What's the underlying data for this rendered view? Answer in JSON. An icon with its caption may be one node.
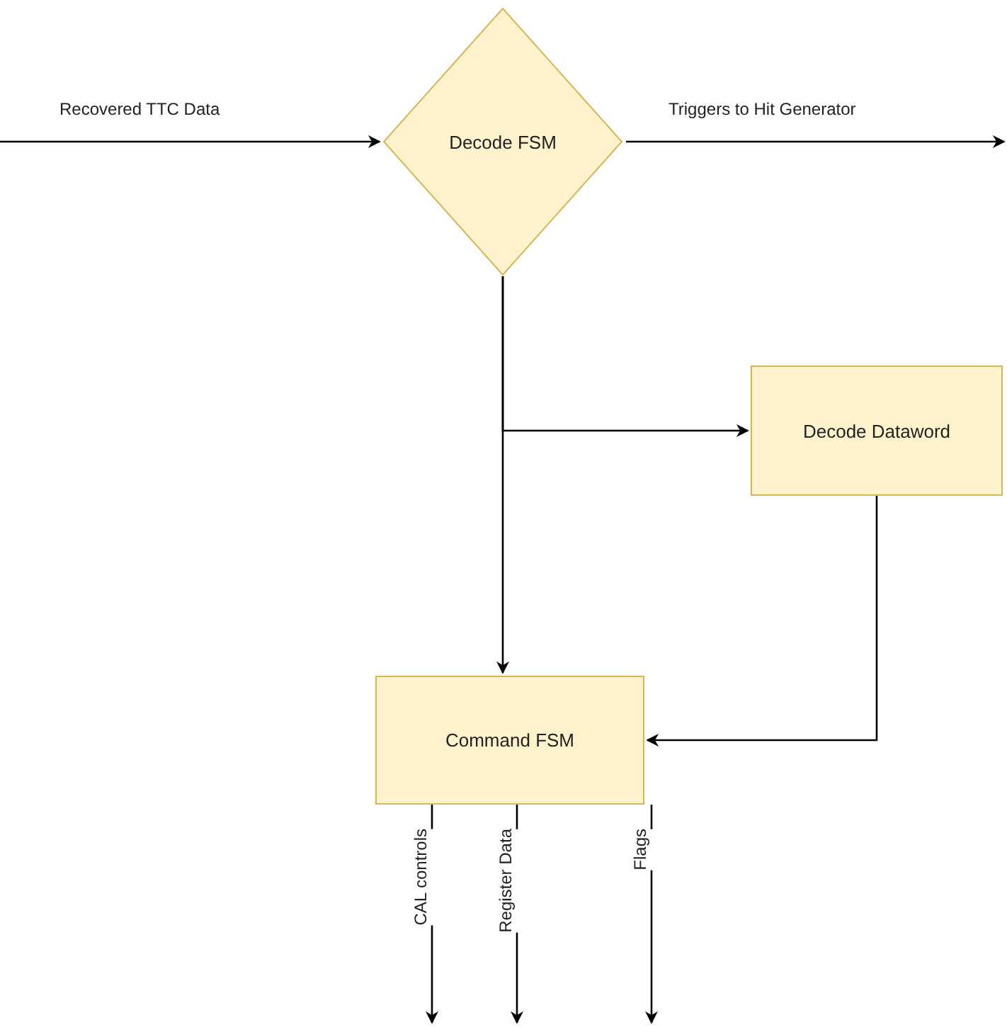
{
  "diagram": {
    "nodes": [
      {
        "text": [
          "Decode FSM"
        ]
      },
      {
        "text": [
          "Decode Dataword"
        ]
      },
      {
        "text": [
          "Command FSM"
        ]
      }
    ],
    "edges": [
      {
        "from": null,
        "to": 0,
        "arrow": "to",
        "label": "Recovered TTC Data"
      },
      {
        "from": 0,
        "to": null,
        "arrow": "to",
        "label": "Triggers to Hit Generator"
      },
      {
        "from": 0,
        "to": 1,
        "arrow": "to"
      },
      {
        "from": 0,
        "to": 2,
        "arrow": "to"
      },
      {
        "from": 1,
        "to": 2,
        "arrow": "to"
      },
      {
        "from": 2,
        "to": null,
        "arrow": "to",
        "label": "CAL controls"
      },
      {
        "from": 2,
        "to": null,
        "arrow": "to",
        "label": "Register Data"
      },
      {
        "from": 2,
        "to": null,
        "arrow": "to",
        "label": "Flags"
      }
    ]
  }
}
